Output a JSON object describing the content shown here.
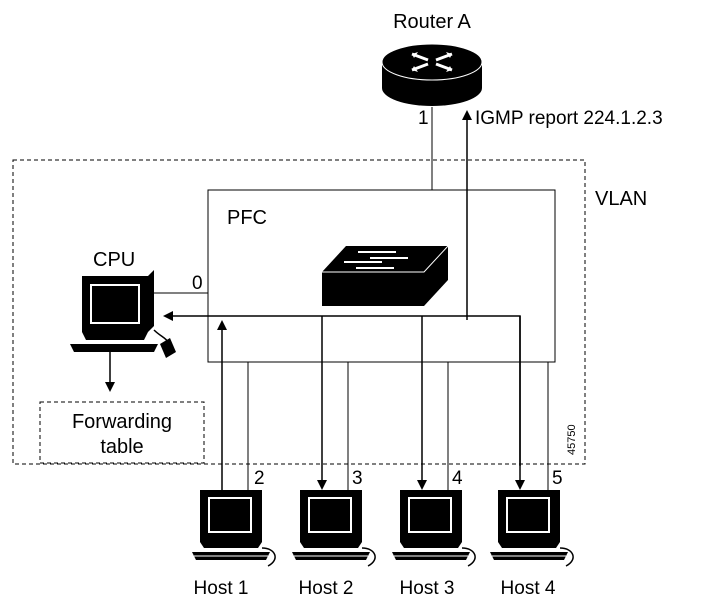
{
  "router": {
    "label": "Router A",
    "port_label": "1"
  },
  "igmp_report": "IGMP report 224.1.2.3",
  "vlan_label": "VLAN",
  "pfc_label": "PFC",
  "cpu": {
    "label": "CPU",
    "port_label": "0"
  },
  "forwarding_table": {
    "line1": "Forwarding",
    "line2": "table"
  },
  "figure_id": "45750",
  "hosts": [
    {
      "label": "Host 1",
      "port": "2"
    },
    {
      "label": "Host 2",
      "port": "3"
    },
    {
      "label": "Host 3",
      "port": "4"
    },
    {
      "label": "Host 4",
      "port": "5"
    }
  ]
}
